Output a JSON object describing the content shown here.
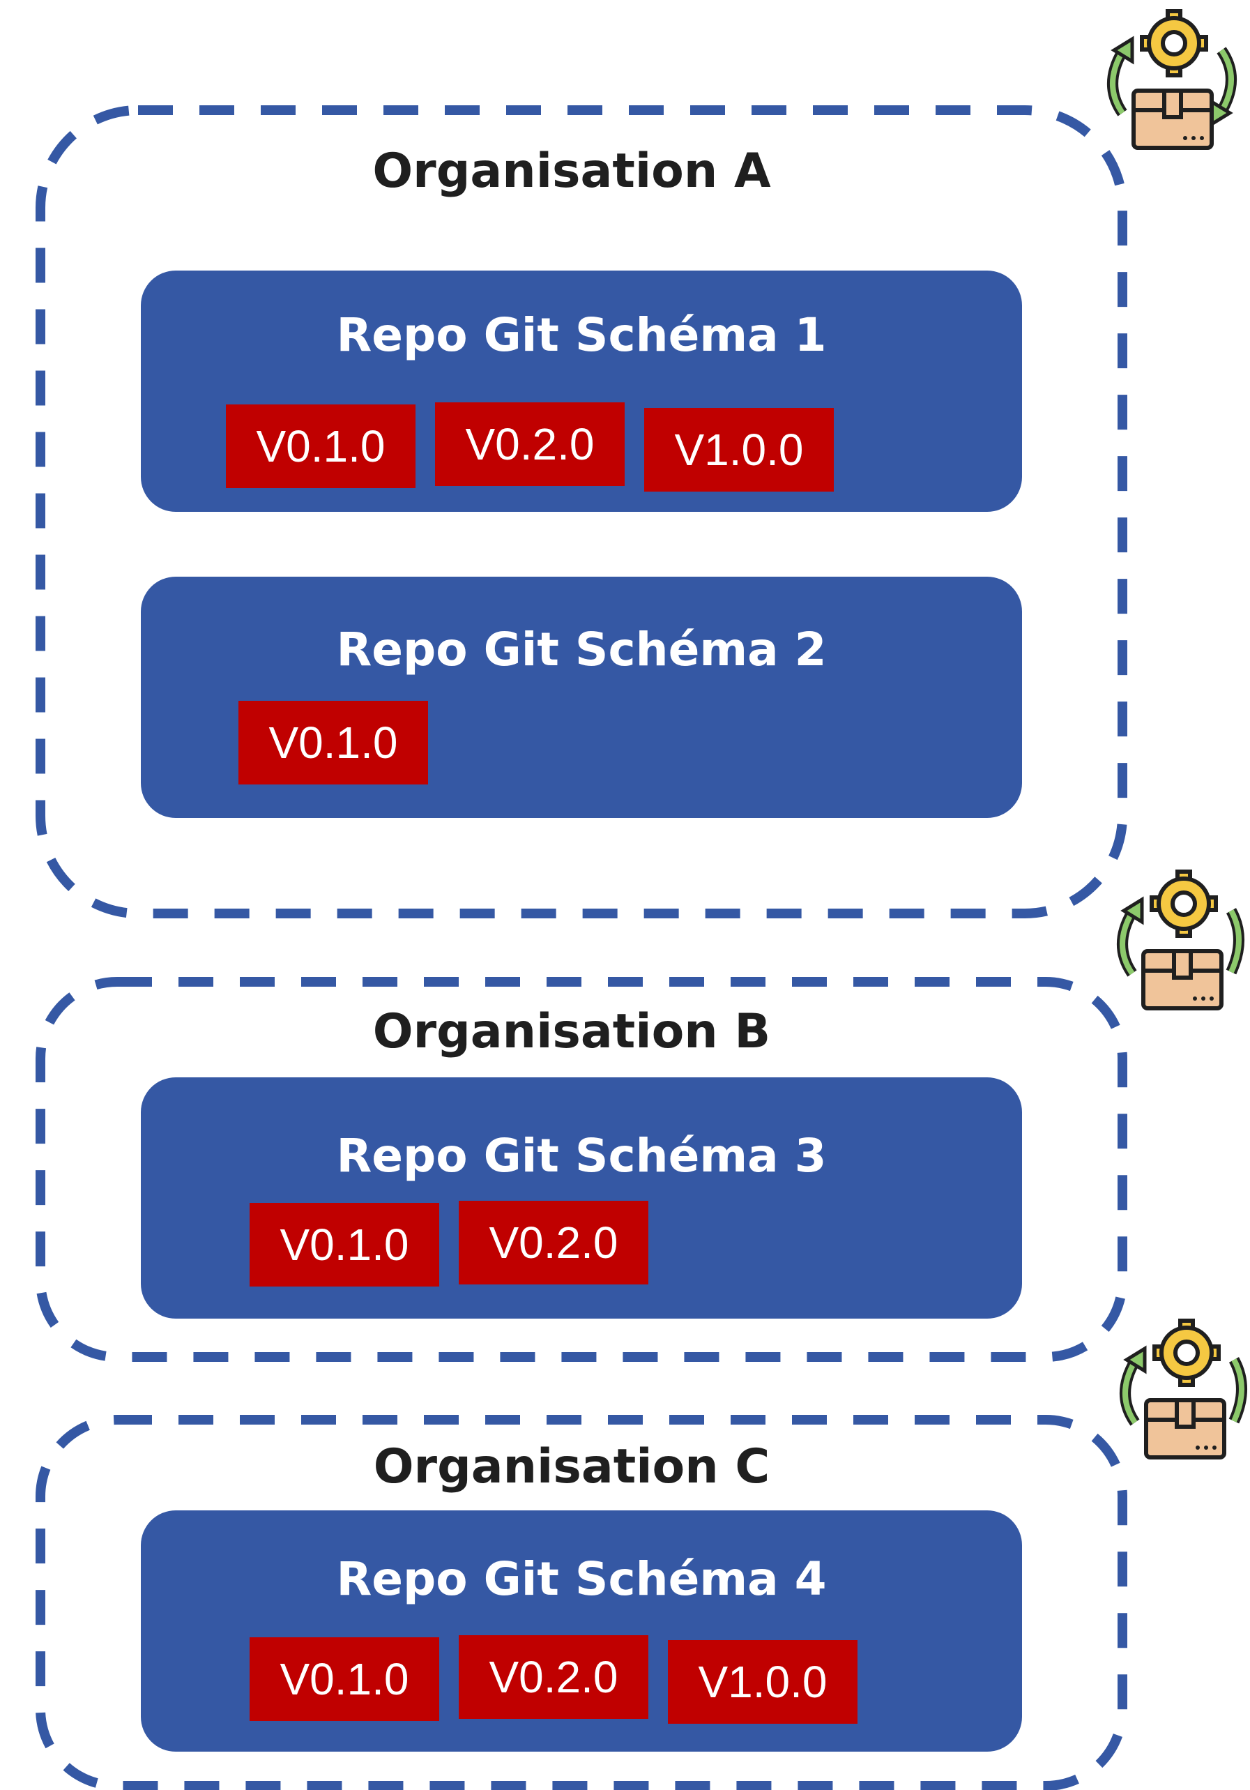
{
  "organisations": [
    {
      "title": "Organisation A",
      "repos": [
        {
          "title": "Repo Git Schéma 1",
          "versions": [
            "V0.1.0",
            "V0.2.0",
            "V1.0.0"
          ]
        },
        {
          "title": "Repo Git Schéma 2",
          "versions": [
            "V0.1.0"
          ]
        }
      ]
    },
    {
      "title": "Organisation B",
      "repos": [
        {
          "title": "Repo Git Schéma 3",
          "versions": [
            "V0.1.0",
            "V0.2.0"
          ]
        }
      ]
    },
    {
      "title": "Organisation C",
      "repos": [
        {
          "title": "Repo Git Schéma 4",
          "versions": [
            "V0.1.0",
            "V0.2.0",
            "V1.0.0"
          ]
        }
      ]
    }
  ],
  "colors": {
    "frame_dash": "#3558a4",
    "repo_fill": "#3558a4",
    "version_tag": "#c00000",
    "title_text": "#1f1f1f"
  },
  "icons": [
    "gear-icon",
    "package-icon",
    "sync-arrows-icon"
  ]
}
